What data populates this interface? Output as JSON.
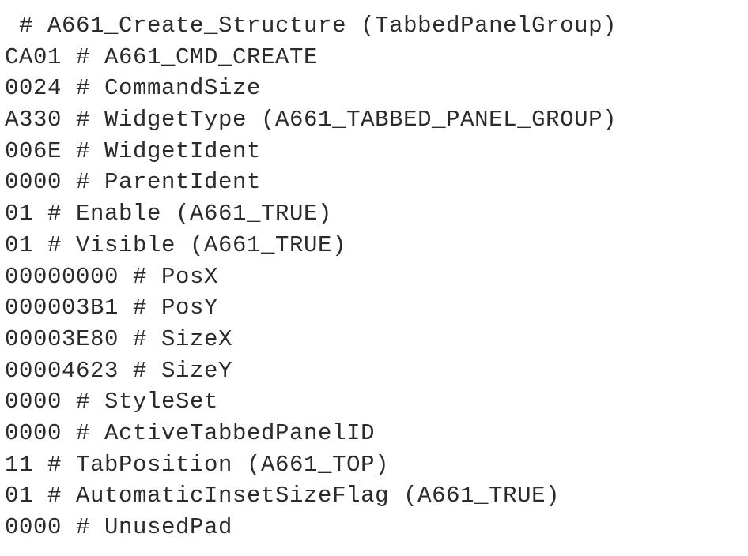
{
  "document": {
    "lines": [
      " # A661_Create_Structure (TabbedPanelGroup)",
      "CA01 # A661_CMD_CREATE",
      "0024 # CommandSize",
      "A330 # WidgetType (A661_TABBED_PANEL_GROUP)",
      "006E # WidgetIdent",
      "0000 # ParentIdent",
      "01 # Enable (A661_TRUE)",
      "01 # Visible (A661_TRUE)",
      "00000000 # PosX",
      "000003B1 # PosY",
      "00003E80 # SizeX",
      "00004623 # SizeY",
      "0000 # StyleSet",
      "0000 # ActiveTabbedPanelID",
      "11 # TabPosition (A661_TOP)",
      "01 # AutomaticInsetSizeFlag (A661_TRUE)",
      "0000 # UnusedPad"
    ]
  }
}
